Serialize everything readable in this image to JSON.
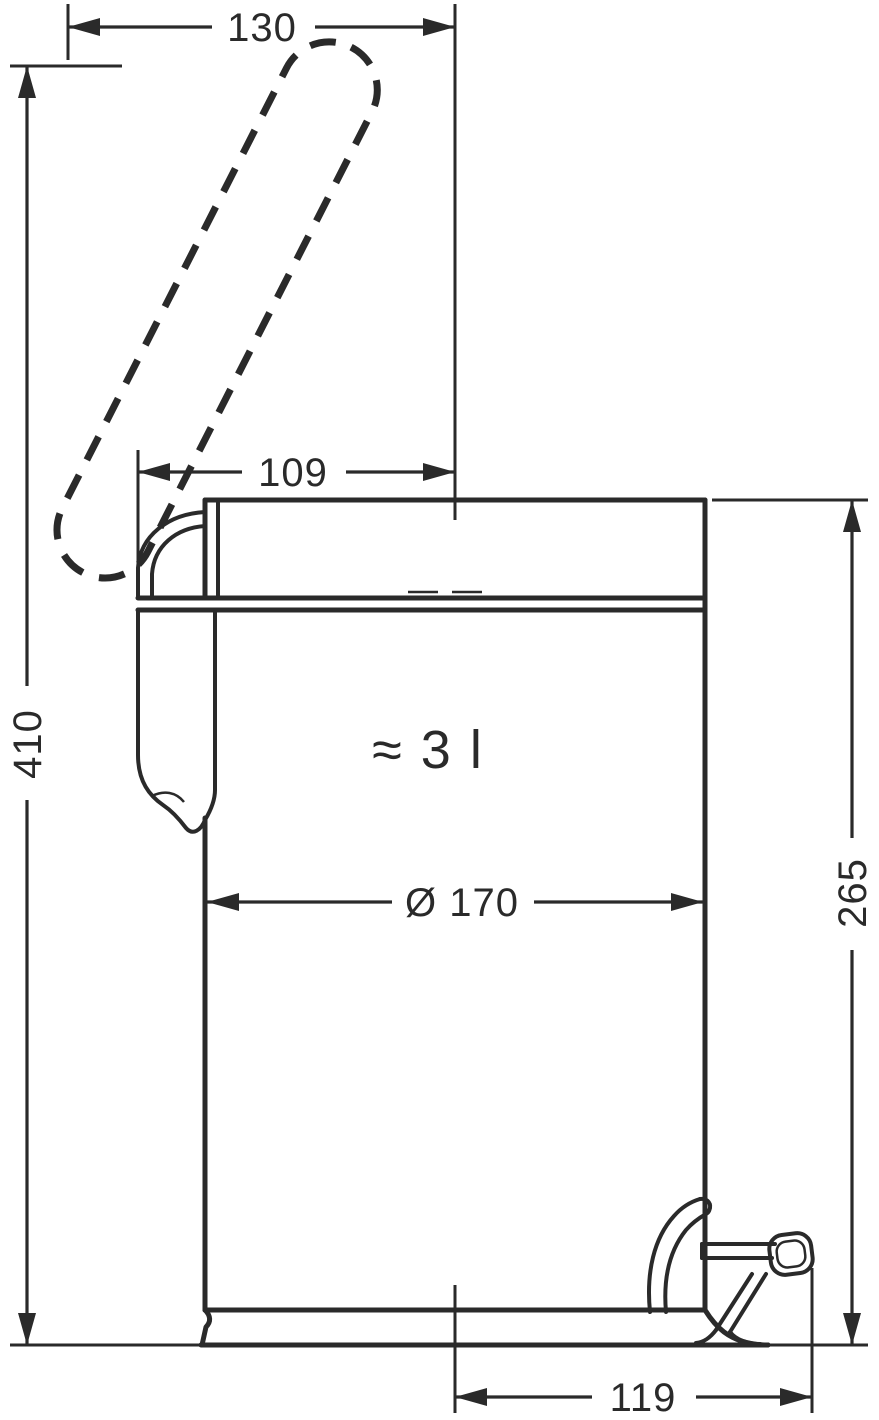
{
  "dims": {
    "lid_open_width": "130",
    "lid_depth": "109",
    "total_height": "410",
    "body_height": "265",
    "diameter": "Ø 170",
    "pedal_extent": "119"
  },
  "capacity": "≈ 3 l",
  "colors": {
    "line": "#2a2a2a",
    "background": "#ffffff"
  }
}
